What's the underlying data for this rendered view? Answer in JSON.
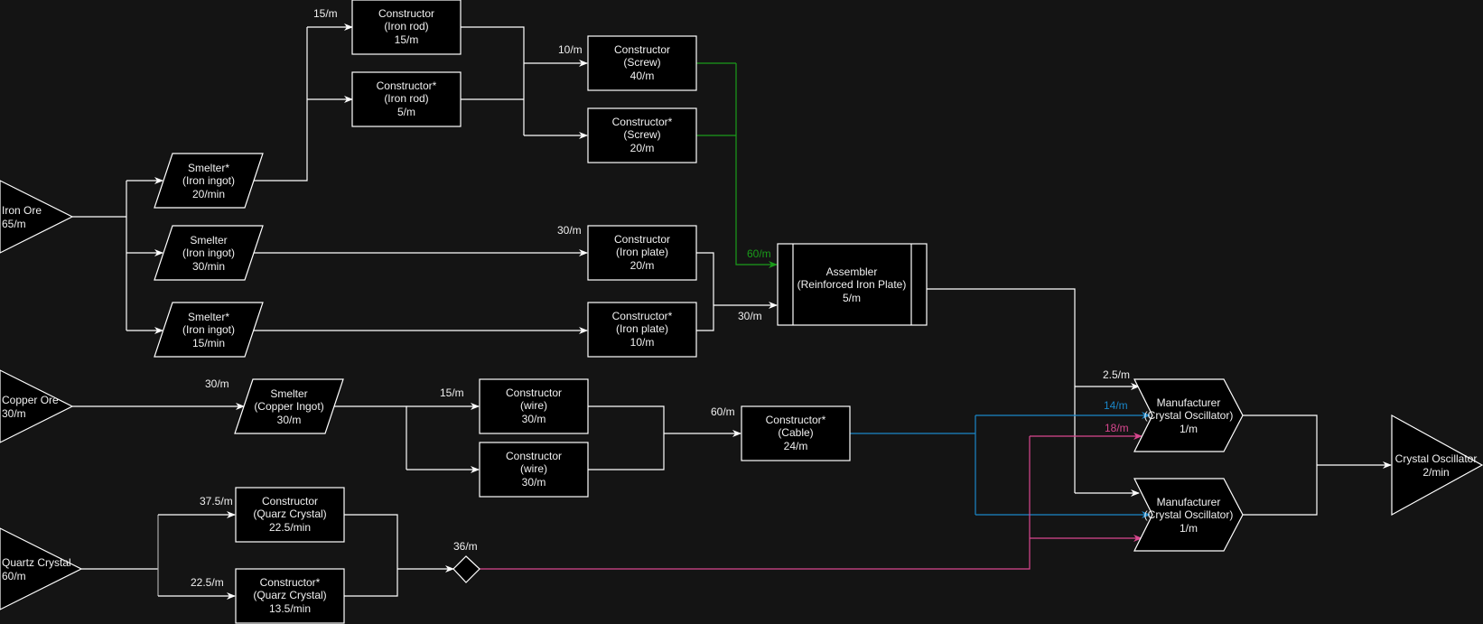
{
  "title": "Satisfactory production flow — Crystal Oscillator",
  "colors": {
    "background": "#141414",
    "node_fill": "#000000",
    "node_stroke": "#ffffff",
    "text": "#f0f0f0",
    "edge_default": "#ffffff",
    "edge_screw": "#1a9c1a",
    "edge_cable": "#1a86c8",
    "edge_quartz": "#d9478f"
  },
  "nodes": [
    {
      "id": "iron-ore",
      "shape": "triangle",
      "lines": [
        "Iron Ore",
        "65/m"
      ]
    },
    {
      "id": "copper-ore",
      "shape": "triangle",
      "lines": [
        "Copper Ore",
        "30/m"
      ]
    },
    {
      "id": "quartz-crystal-source",
      "shape": "triangle",
      "lines": [
        "Quartz Crystal",
        "60/m"
      ]
    },
    {
      "id": "smelter-iron-1",
      "shape": "parallelogram",
      "lines": [
        "Smelter*",
        "(Iron ingot)",
        "20/min"
      ]
    },
    {
      "id": "smelter-iron-2",
      "shape": "parallelogram",
      "lines": [
        "Smelter",
        "(Iron ingot)",
        "30/min"
      ]
    },
    {
      "id": "smelter-iron-3",
      "shape": "parallelogram",
      "lines": [
        "Smelter*",
        "(Iron ingot)",
        "15/min"
      ]
    },
    {
      "id": "smelter-copper",
      "shape": "parallelogram",
      "lines": [
        "Smelter",
        "(Copper Ingot)",
        "30/m"
      ]
    },
    {
      "id": "constructor-iron-rod-1",
      "shape": "rect",
      "lines": [
        "Constructor",
        "(Iron rod)",
        "15/m"
      ]
    },
    {
      "id": "constructor-iron-rod-2",
      "shape": "rect",
      "lines": [
        "Constructor*",
        "(Iron rod)",
        "5/m"
      ]
    },
    {
      "id": "constructor-screw-1",
      "shape": "rect",
      "lines": [
        "Constructor",
        "(Screw)",
        "40/m"
      ]
    },
    {
      "id": "constructor-screw-2",
      "shape": "rect",
      "lines": [
        "Constructor*",
        "(Screw)",
        "20/m"
      ]
    },
    {
      "id": "constructor-iron-plate-1",
      "shape": "rect",
      "lines": [
        "Constructor",
        "(Iron plate)",
        "20/m"
      ]
    },
    {
      "id": "constructor-iron-plate-2",
      "shape": "rect",
      "lines": [
        "Constructor*",
        "(Iron plate)",
        "10/m"
      ]
    },
    {
      "id": "assembler-rip",
      "shape": "process",
      "lines": [
        "Assembler",
        "(Reinforced Iron Plate)",
        "5/m"
      ]
    },
    {
      "id": "constructor-wire-1",
      "shape": "rect",
      "lines": [
        "Constructor",
        "(wire)",
        "30/m"
      ]
    },
    {
      "id": "constructor-wire-2",
      "shape": "rect",
      "lines": [
        "Constructor",
        "(wire)",
        "30/m"
      ]
    },
    {
      "id": "constructor-cable",
      "shape": "rect",
      "lines": [
        "Constructor*",
        "(Cable)",
        "24/m"
      ]
    },
    {
      "id": "constructor-quartz-1",
      "shape": "rect",
      "lines": [
        "Constructor",
        "(Quarz Crystal)",
        "22.5/min"
      ]
    },
    {
      "id": "constructor-quartz-2",
      "shape": "rect",
      "lines": [
        "Constructor*",
        "(Quarz Crystal)",
        "13.5/min"
      ]
    },
    {
      "id": "merge-diamond",
      "shape": "diamond",
      "lines": []
    },
    {
      "id": "manufacturer-1",
      "shape": "chevron",
      "lines": [
        "Manufacturer",
        "(Crystal Oscillator)",
        "1/m"
      ]
    },
    {
      "id": "manufacturer-2",
      "shape": "chevron",
      "lines": [
        "Manufacturer",
        "(Crystal Oscillator)",
        "1/m"
      ]
    },
    {
      "id": "crystal-oscillator-output",
      "shape": "triangle",
      "lines": [
        "Crystal Oscillator",
        "2/min"
      ]
    }
  ],
  "edge_labels": [
    {
      "id": "label-iron-rod-in",
      "text": "15/m",
      "color": "default"
    },
    {
      "id": "label-screw-in",
      "text": "10/m",
      "color": "default"
    },
    {
      "id": "label-iron-plate-in",
      "text": "30/m",
      "color": "default"
    },
    {
      "id": "label-screw-to-assembler",
      "text": "60/m",
      "color": "screw"
    },
    {
      "id": "label-plate-to-assembler",
      "text": "30/m",
      "color": "default"
    },
    {
      "id": "label-copper-in",
      "text": "30/m",
      "color": "default"
    },
    {
      "id": "label-wire-in",
      "text": "15/m",
      "color": "default"
    },
    {
      "id": "label-cable-in",
      "text": "60/m",
      "color": "default"
    },
    {
      "id": "label-quartz-1-in",
      "text": "37.5/m",
      "color": "default"
    },
    {
      "id": "label-quartz-2-in",
      "text": "22.5/m",
      "color": "default"
    },
    {
      "id": "label-quartz-merge",
      "text": "36/m",
      "color": "default"
    },
    {
      "id": "label-rip-to-manufacturer",
      "text": "2.5/m",
      "color": "default"
    },
    {
      "id": "label-cable-to-manufacturer",
      "text": "14/m",
      "color": "cable"
    },
    {
      "id": "label-quartz-to-manufacturer",
      "text": "18/m",
      "color": "quartz"
    }
  ]
}
